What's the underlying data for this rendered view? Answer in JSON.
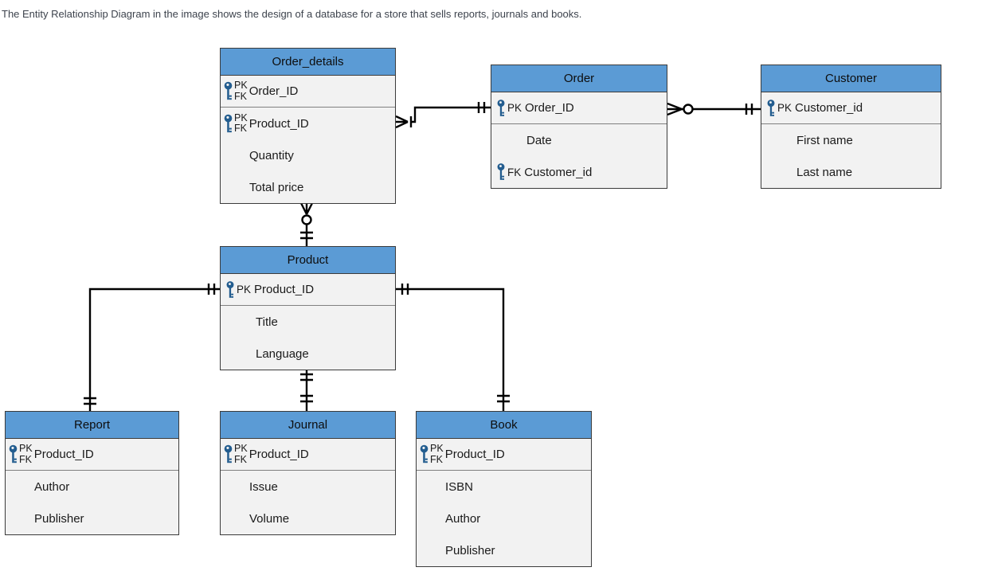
{
  "caption": {
    "text": "The Entity Relationship Diagram in the image shows the design of a database for a store that sells reports, journals and books."
  },
  "colors": {
    "header_blue": "#5B9BD5",
    "body_gray": "#F2F2F2",
    "border_dark": "#3b3b3b",
    "key_blue": "#235D8F",
    "line_black": "#000000"
  },
  "entities": [
    {
      "name": "Order_details",
      "fields": [
        {
          "label": "Order_ID",
          "tags": [
            "PK",
            "FK"
          ]
        },
        {
          "label": "Product_ID",
          "tags": [
            "PK",
            "FK"
          ]
        },
        {
          "label": "Quantity",
          "tags": []
        },
        {
          "label": "Total price",
          "tags": []
        }
      ]
    },
    {
      "name": "Order",
      "fields": [
        {
          "label": "Order_ID",
          "tags": [
            "PK"
          ]
        },
        {
          "label": "Date",
          "tags": []
        },
        {
          "label": "Customer_id",
          "tags": [
            "FK"
          ]
        }
      ]
    },
    {
      "name": "Customer",
      "fields": [
        {
          "label": "Customer_id",
          "tags": [
            "PK"
          ]
        },
        {
          "label": "First name",
          "tags": []
        },
        {
          "label": "Last name",
          "tags": []
        }
      ]
    },
    {
      "name": "Product",
      "fields": [
        {
          "label": "Product_ID",
          "tags": [
            "PK"
          ]
        },
        {
          "label": "Title",
          "tags": []
        },
        {
          "label": "Language",
          "tags": []
        }
      ]
    },
    {
      "name": "Report",
      "fields": [
        {
          "label": "Product_ID",
          "tags": [
            "PK",
            "FK"
          ]
        },
        {
          "label": "Author",
          "tags": []
        },
        {
          "label": "Publisher",
          "tags": []
        }
      ]
    },
    {
      "name": "Journal",
      "fields": [
        {
          "label": "Product_ID",
          "tags": [
            "PK",
            "FK"
          ]
        },
        {
          "label": "Issue",
          "tags": []
        },
        {
          "label": "Volume",
          "tags": []
        }
      ]
    },
    {
      "name": "Book",
      "fields": [
        {
          "label": "Product_ID",
          "tags": [
            "PK",
            "FK"
          ]
        },
        {
          "label": "ISBN",
          "tags": []
        },
        {
          "label": "Author",
          "tags": []
        },
        {
          "label": "Publisher",
          "tags": []
        }
      ]
    }
  ],
  "relationships": [
    {
      "from": "Order_details",
      "to": "Order",
      "from_cardinality": "one-or-many",
      "to_cardinality": "one-and-only-one"
    },
    {
      "from": "Order",
      "to": "Customer",
      "from_cardinality": "zero-or-many",
      "to_cardinality": "one-and-only-one"
    },
    {
      "from": "Order_details",
      "to": "Product",
      "from_cardinality": "zero-or-many",
      "to_cardinality": "one-and-only-one"
    },
    {
      "from": "Product",
      "to": "Report",
      "from_cardinality": "one-and-only-one",
      "to_cardinality": "one-and-only-one"
    },
    {
      "from": "Product",
      "to": "Journal",
      "from_cardinality": "one-and-only-one",
      "to_cardinality": "one-and-only-one"
    },
    {
      "from": "Product",
      "to": "Book",
      "from_cardinality": "one-and-only-one",
      "to_cardinality": "one-and-only-one"
    }
  ]
}
